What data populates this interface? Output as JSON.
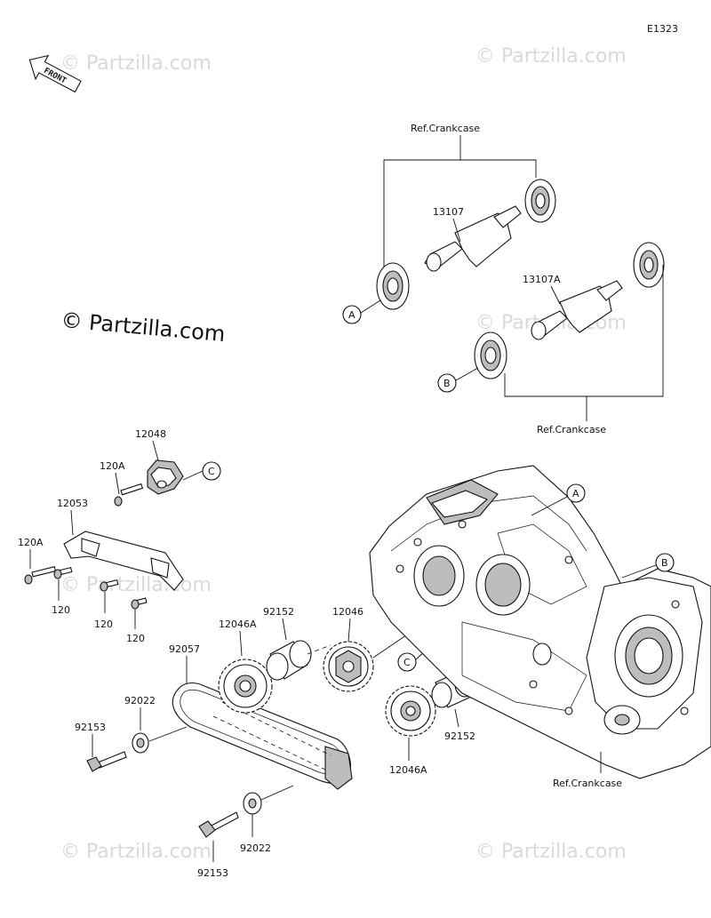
{
  "diagram_code": "E1323",
  "front_label": "FRONT",
  "watermark": "© Partzilla.com",
  "ref_crankcase_label": "Ref.Crankcase",
  "callouts": {
    "A": "A",
    "B": "B",
    "C": "C"
  },
  "part_numbers": {
    "p13107": "13107",
    "p13107A": "13107A",
    "p12048": "12048",
    "p120A": "120A",
    "p12053": "12053",
    "p120": "120",
    "p92057": "92057",
    "p12046A": "12046A",
    "p92152": "92152",
    "p12046": "12046",
    "p92022": "92022",
    "p92153": "92153"
  }
}
